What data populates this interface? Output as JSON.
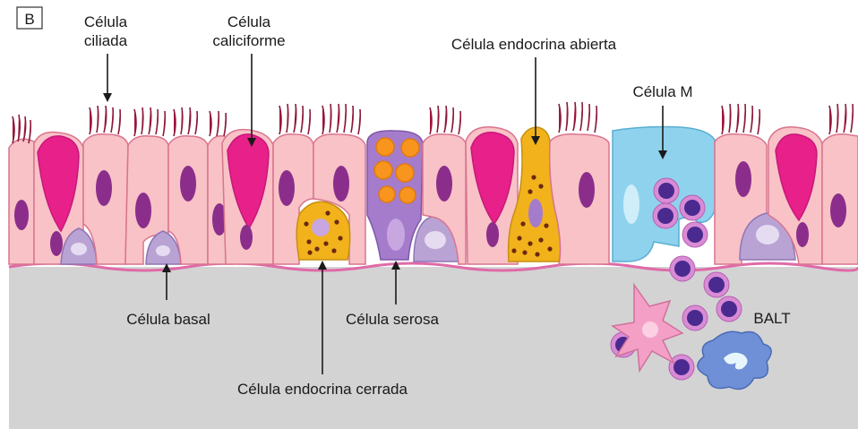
{
  "panel_letter": "B",
  "labels": {
    "ciliated_line1": "Célula",
    "ciliated_line2": "ciliada",
    "goblet_line1": "Célula",
    "goblet_line2": "caliciforme",
    "open_endocrine": "Célula endocrina abierta",
    "m_cell": "Célula M",
    "basal": "Célula basal",
    "serous": "Célula serosa",
    "closed_endocrine": "Célula endocrina cerrada",
    "balt": "BALT"
  },
  "colors": {
    "background": "#ffffff",
    "lamina": "#d3d3d3",
    "basement": "#e06aa8",
    "cell_fill": "#f8c2c7",
    "cell_stroke": "#d9748e",
    "nucleus": "#8b2e8b",
    "goblet_mucus": "#e8208a",
    "basal_cell": "#b9a3d4",
    "endocrine": "#f2b21c",
    "endocrine_granule": "#6b2a0f",
    "serous": "#a57ccc",
    "serous_granule": "#f7951e",
    "m_cell": "#8fd2ee",
    "lymphocyte": "#d98bd6",
    "lymphocyte_nucleus": "#4b2a8f",
    "dendritic": "#f4a0c6",
    "macrophage": "#6f8fd6"
  }
}
